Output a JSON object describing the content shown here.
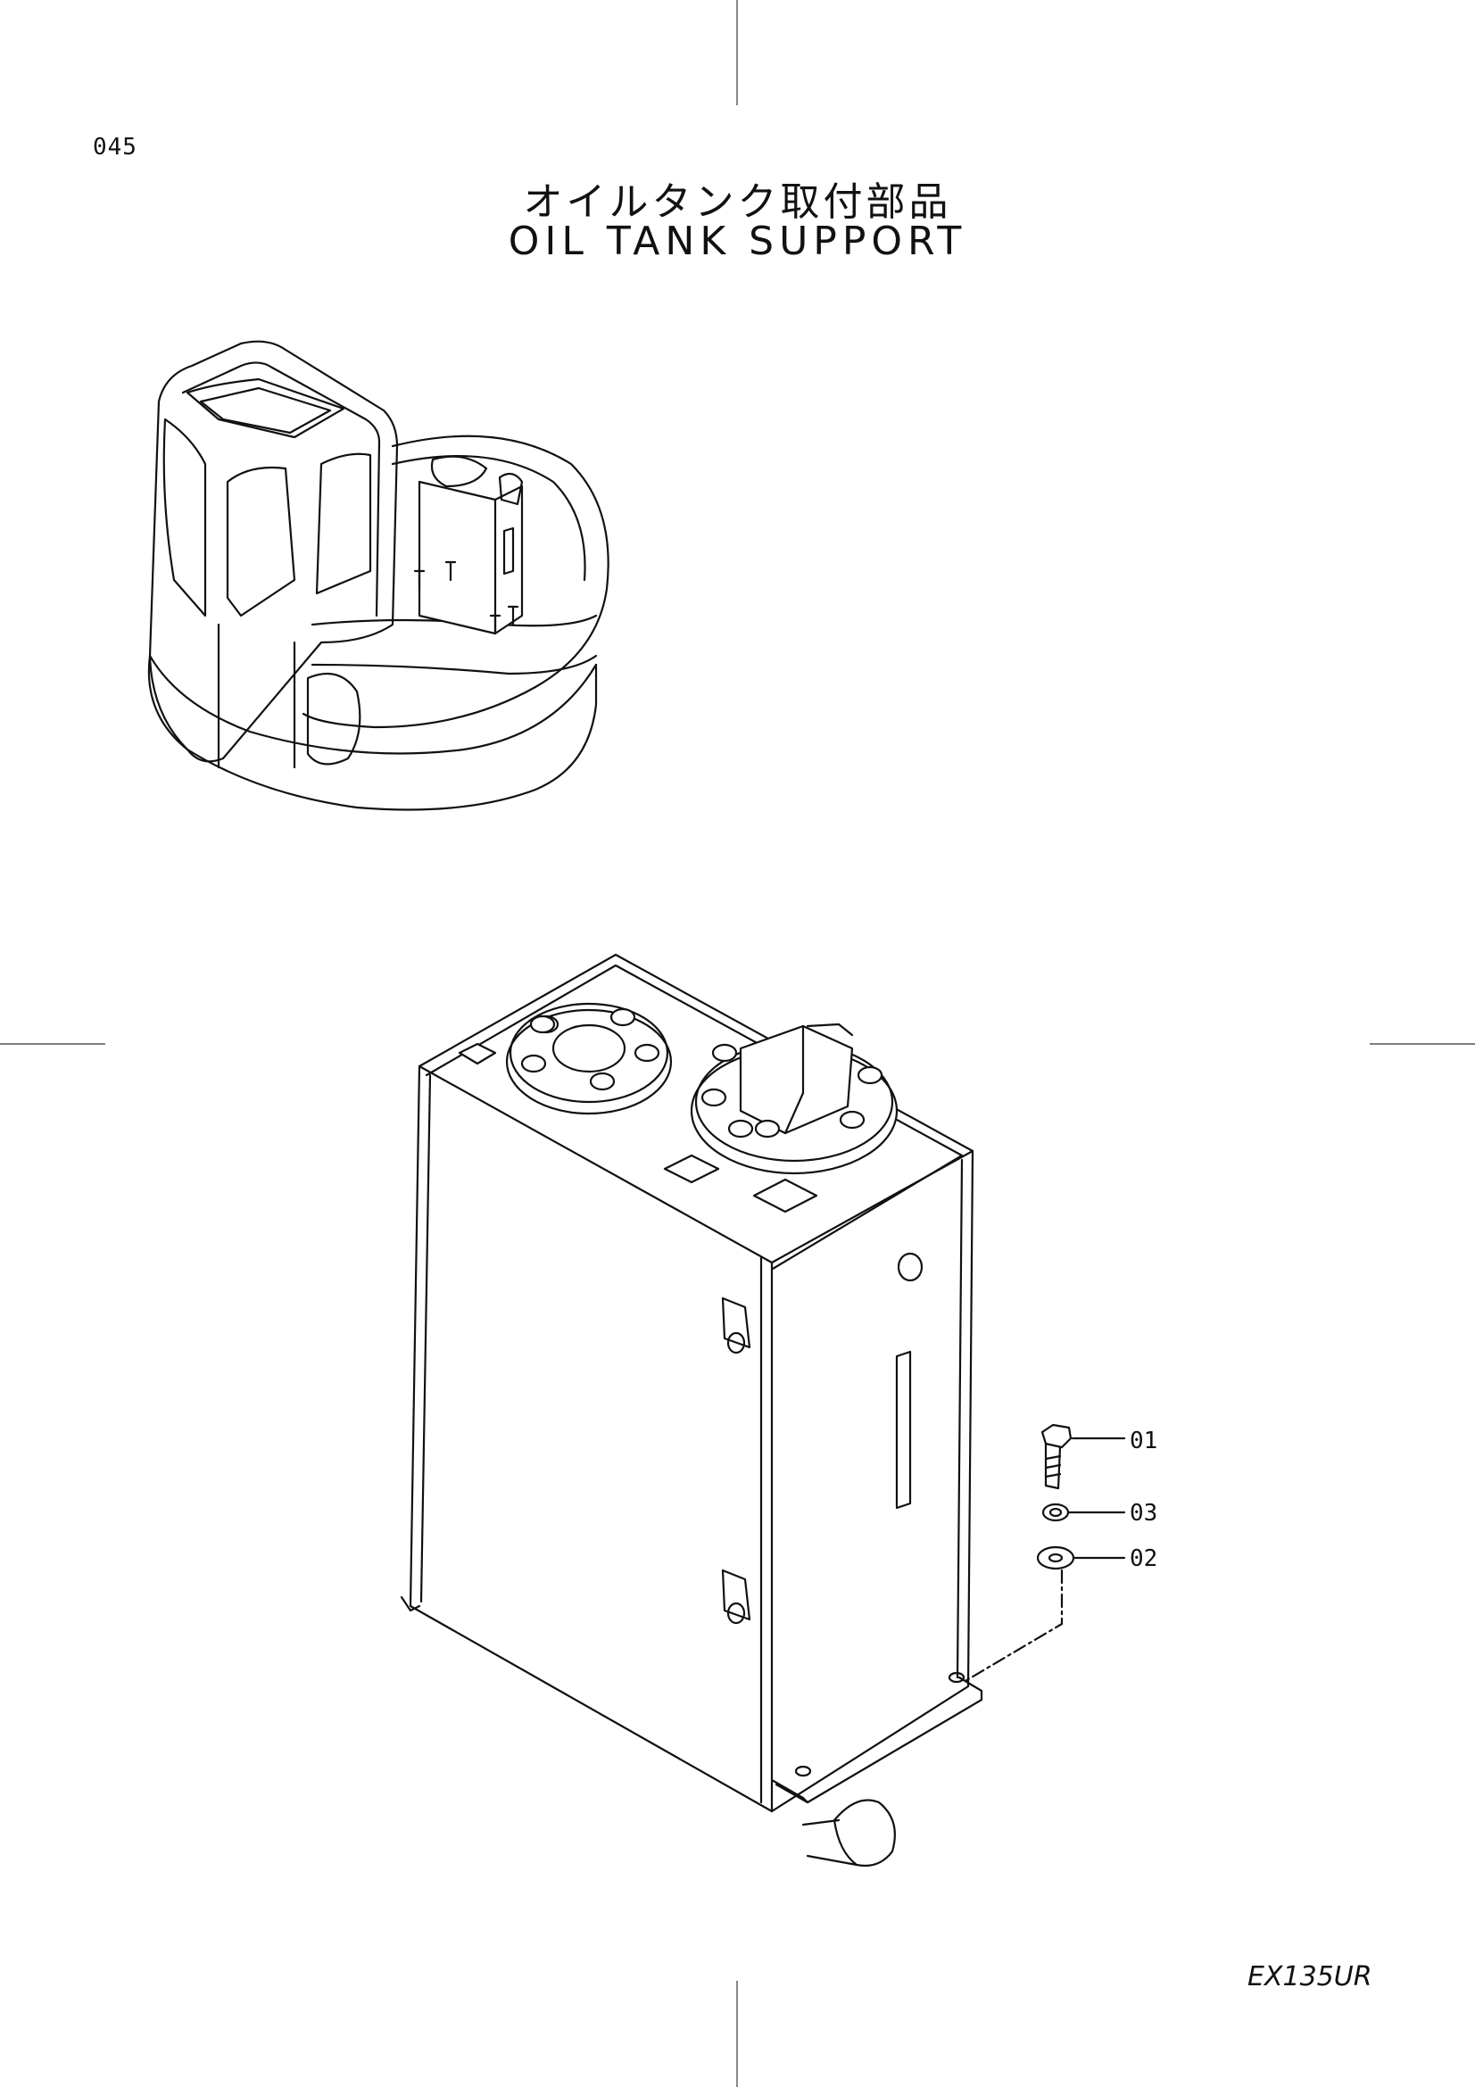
{
  "header": {
    "page_number": "045",
    "title_jp": "オイルタンク取付部品",
    "title_en": "OIL TANK SUPPORT"
  },
  "footer": {
    "model": "EX135UR"
  },
  "callouts": [
    {
      "label": "01",
      "part": "bolt-icon"
    },
    {
      "label": "03",
      "part": "spring-washer-icon"
    },
    {
      "label": "02",
      "part": "washer-icon"
    }
  ]
}
